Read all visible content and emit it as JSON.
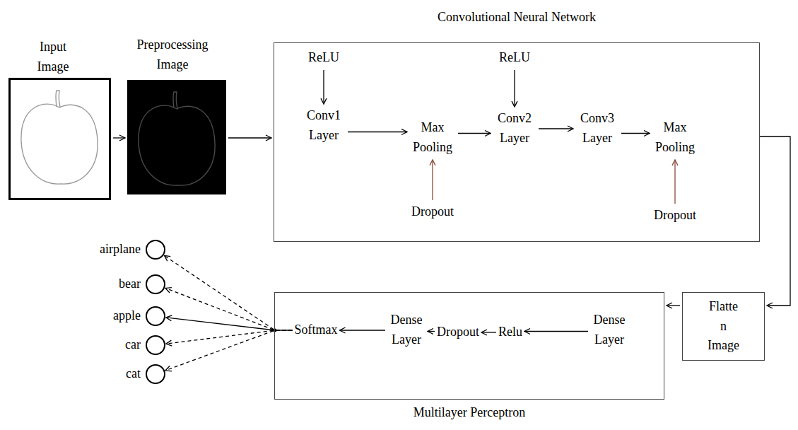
{
  "diagram": {
    "nodes": [
      {
        "text": [
          "Input Image"
        ]
      },
      {
        "text": [
          "Preprocessing Image"
        ]
      },
      {
        "text": [
          "Convolutional Neural Network"
        ]
      },
      {
        "text": [
          "ReLU"
        ],
        "in": 2
      },
      {
        "text": [
          "Conv1 Layer"
        ],
        "in": 2
      },
      {
        "text": [
          "Max Pooling"
        ],
        "in": 2
      },
      {
        "text": [
          "Dropout"
        ],
        "in": 2
      },
      {
        "text": [
          "ReLU"
        ],
        "in": 2
      },
      {
        "text": [
          "Conv2 Layer"
        ],
        "in": 2
      },
      {
        "text": [
          "Conv3 Layer"
        ],
        "in": 2
      },
      {
        "text": [
          "Max Pooling"
        ],
        "in": 2
      },
      {
        "text": [
          "Dropout"
        ],
        "in": 2
      },
      {
        "text": [
          "Flatte n Image"
        ]
      },
      {
        "text": [
          "Multilayer Perceptron"
        ]
      },
      {
        "text": [
          "Softmax"
        ],
        "in": 13
      },
      {
        "text": [
          "Dense Layer"
        ],
        "in": 13
      },
      {
        "text": [
          "Dropout"
        ],
        "in": 13
      },
      {
        "text": [
          "Relu"
        ],
        "in": 13
      },
      {
        "text": [
          "Dense Layer"
        ],
        "in": 13
      },
      {
        "text": [
          "airplane"
        ]
      },
      {
        "text": [
          "bear"
        ]
      },
      {
        "text": [
          "apple"
        ]
      },
      {
        "text": [
          "car"
        ]
      },
      {
        "text": [
          "cat"
        ]
      }
    ],
    "edges": [
      {
        "from": 0,
        "to": 1,
        "arrow": "to"
      },
      {
        "from": 1,
        "to": 2,
        "arrow": "to"
      },
      {
        "from": 3,
        "to": 4,
        "arrow": "to"
      },
      {
        "from": 4,
        "to": 5,
        "arrow": "to"
      },
      {
        "from": 6,
        "to": 5,
        "arrow": "to"
      },
      {
        "from": 5,
        "to": 8,
        "arrow": "to"
      },
      {
        "from": 7,
        "to": 8,
        "arrow": "to"
      },
      {
        "from": 8,
        "to": 9,
        "arrow": "to"
      },
      {
        "from": 9,
        "to": 10,
        "arrow": "to"
      },
      {
        "from": 11,
        "to": 10,
        "arrow": "to"
      },
      {
        "from": 2,
        "to": 12,
        "arrow": "to"
      },
      {
        "from": 12,
        "to": 13,
        "arrow": "to"
      },
      {
        "from": 18,
        "to": 17,
        "arrow": "to"
      },
      {
        "from": 17,
        "to": 16,
        "arrow": "to"
      },
      {
        "from": 16,
        "to": 15,
        "arrow": "to"
      },
      {
        "from": 15,
        "to": 14,
        "arrow": "to"
      },
      {
        "from": 14,
        "to": 19,
        "arrow": "to"
      },
      {
        "from": 14,
        "to": 20,
        "arrow": "to"
      },
      {
        "from": 14,
        "to": 21,
        "arrow": "to"
      },
      {
        "from": 14,
        "to": 22,
        "arrow": "to"
      },
      {
        "from": 14,
        "to": 23,
        "arrow": "to"
      }
    ]
  }
}
